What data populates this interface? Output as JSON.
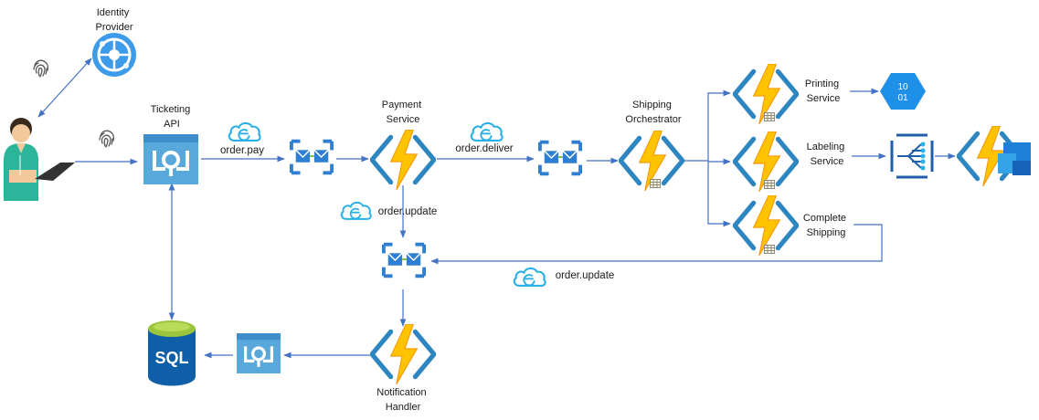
{
  "nodes": {
    "identity_provider": [
      "Identity",
      "Provider"
    ],
    "ticketing_api": [
      "Ticketing",
      "API"
    ],
    "payment_service": [
      "Payment",
      "Service"
    ],
    "shipping_orchestrator": [
      "Shipping",
      "Orchestrator"
    ],
    "printing_service": [
      "Printing",
      "Service"
    ],
    "labeling_service": [
      "Labeling",
      "Service"
    ],
    "complete_shipping": [
      "Complete",
      "Shipping"
    ],
    "notification_handler": [
      "Notification",
      "Handler"
    ],
    "sql_label": "SQL",
    "blob_label_top": "10",
    "blob_label_bottom": "01"
  },
  "events": {
    "order_pay": "order.pay",
    "order_deliver": "order.deliver",
    "order_update_1": "order.update",
    "order_update_2": "order.update"
  },
  "colors": {
    "arrow": "#4472C4",
    "function_yellow": "#FFC300",
    "function_orange": "#F79400",
    "chevron_blue": "#2E86C1",
    "servicebus_blue": "#2E7FD2",
    "apim_blue": "#59A8DC",
    "sql_blue": "#0F5FA8",
    "sql_green": "#9BC53D",
    "eventgrid_blue": "#2AB0E6",
    "identity_blue": "#3D9BE9",
    "fingerprint_gray": "#555555"
  },
  "icons": {
    "user": "user-with-laptop-icon",
    "fingerprint": "fingerprint-icon",
    "identity": "identity-provider-icon",
    "apim": "api-management-icon",
    "servicebus": "service-bus-queue-icon",
    "function": "azure-function-icon",
    "eventgrid": "event-grid-cloud-icon",
    "sql": "sql-database-icon",
    "blob": "blob-storage-icon",
    "eventhub": "event-hub-icon",
    "sharepoint": "sharepoint-icon"
  }
}
